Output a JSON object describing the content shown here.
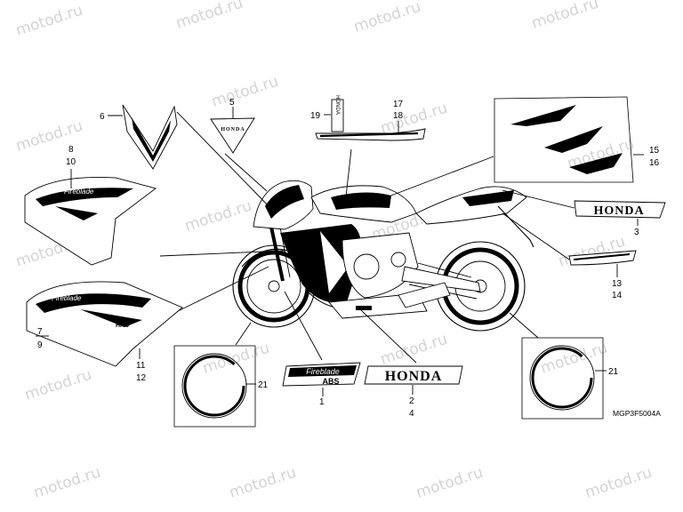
{
  "watermark": "motod.ru",
  "diagram_code": "MGP3F5004A",
  "brand_text": "HONDA",
  "fireblade_text": "Fireblade",
  "abs_text": "ABS",
  "hrc_text": "HRC",
  "tank_logo_text": "HONDA",
  "stripe_vertical_text": "HONDA",
  "callouts": {
    "c1": "1",
    "c2": "2",
    "c3": "3",
    "c4": "4",
    "c5": "5",
    "c6": "6",
    "c7": "7",
    "c8": "8",
    "c9": "9",
    "c10": "10",
    "c11": "11",
    "c12": "12",
    "c13": "13",
    "c14": "14",
    "c15": "15",
    "c16": "16",
    "c17": "17",
    "c18": "18",
    "c19": "19",
    "c21a": "21",
    "c21b": "21"
  },
  "colors": {
    "line": "#000000",
    "watermark": "#d4d4d4",
    "background": "#ffffff"
  }
}
